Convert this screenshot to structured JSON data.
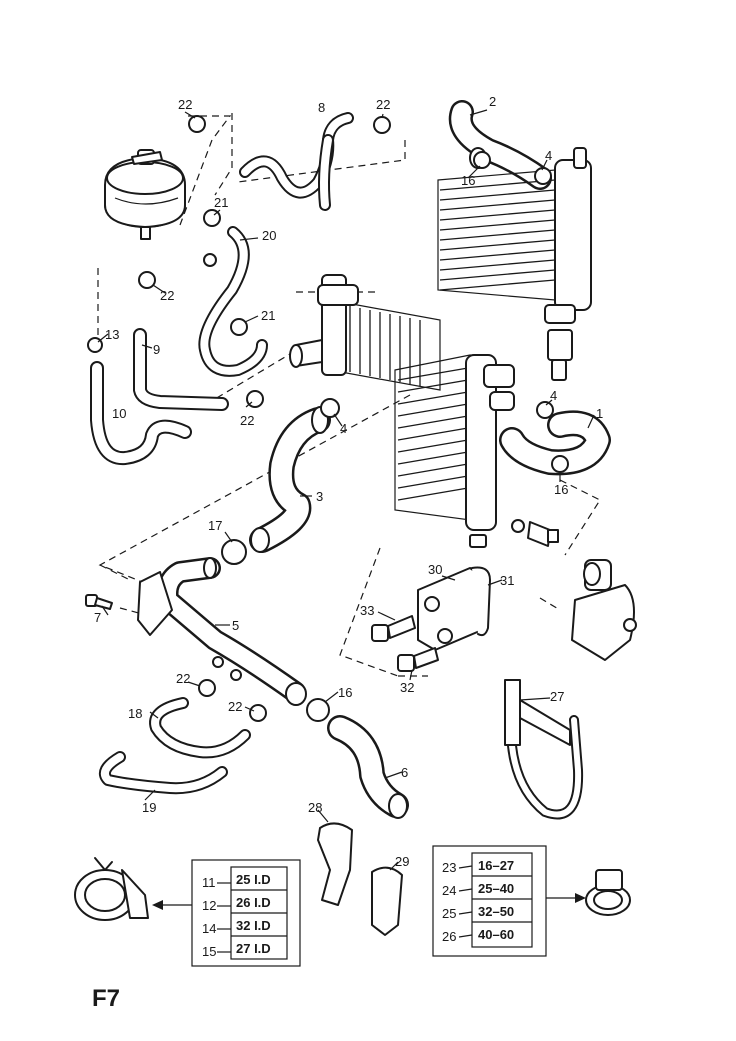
{
  "callouts": {
    "c1": "1",
    "c2": "2",
    "c3": "3",
    "c4a": "4",
    "c4b": "4",
    "c4c": "4",
    "c5": "5",
    "c6": "6",
    "c7": "7",
    "c8": "8",
    "c9": "9",
    "c10": "10",
    "c13": "13",
    "c16a": "16",
    "c16b": "16",
    "c16c": "16",
    "c17": "17",
    "c18": "18",
    "c19": "19",
    "c20": "20",
    "c21a": "21",
    "c21b": "21",
    "c22a": "22",
    "c22b": "22",
    "c22c": "22",
    "c22d": "22",
    "c22e": "22",
    "c22f": "22",
    "c27": "27",
    "c28": "28",
    "c29": "29",
    "c30": "30",
    "c31": "31",
    "c32": "32",
    "c33": "33"
  },
  "left_clip_table": [
    {
      "ref": "11",
      "size": "25 I.D"
    },
    {
      "ref": "12",
      "size": "26 I.D"
    },
    {
      "ref": "14",
      "size": "32 I.D"
    },
    {
      "ref": "15",
      "size": "27 I.D"
    }
  ],
  "right_clip_table": [
    {
      "ref": "23",
      "size": "16–27"
    },
    {
      "ref": "24",
      "size": "25–40"
    },
    {
      "ref": "25",
      "size": "32–50"
    },
    {
      "ref": "26",
      "size": "40–60"
    }
  ],
  "figure_label": "F7"
}
